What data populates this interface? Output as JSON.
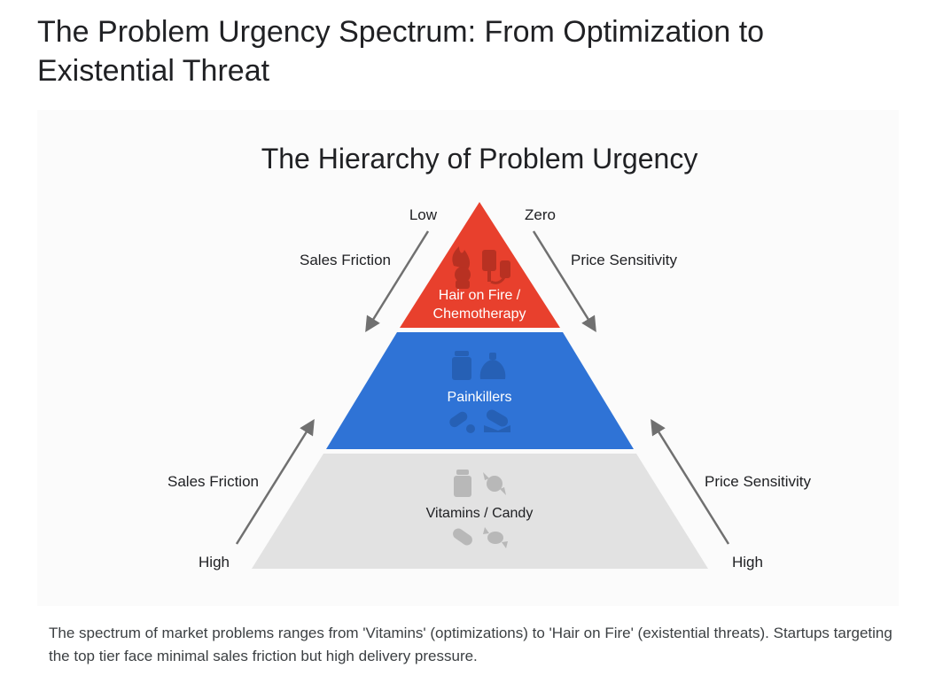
{
  "page": {
    "title": "The Problem Urgency Spectrum: From Optimization to Existential Threat",
    "caption": "The spectrum of market problems ranges from 'Vitamins' (optimizations) to 'Hair on Fire' (existential threats). Startups targeting the top tier face minimal sales friction but high delivery pressure."
  },
  "diagram": {
    "title": "The Hierarchy of Problem Urgency",
    "tiers": [
      {
        "line1": "Hair on Fire /",
        "line2": "Chemotherapy",
        "color": "#e8402d",
        "icons": [
          "fire-head-icon",
          "iv-drip-icon"
        ]
      },
      {
        "line1": "Painkillers",
        "color": "#2f73d6",
        "icons": [
          "pill-bottle-icon",
          "ice-pack-icon",
          "pills-icon",
          "capsule-hand-icon"
        ]
      },
      {
        "line1": "Vitamins / Candy",
        "color": "#e2e2e2",
        "icons": [
          "vitamin-bottle-icon",
          "candy-icon",
          "capsule-icon",
          "wrapped-candy-icon"
        ]
      }
    ],
    "left_axis": {
      "label_top": "Sales Friction",
      "end_top": "Low",
      "label_bottom": "Sales Friction",
      "end_bottom": "High"
    },
    "right_axis": {
      "label_top": "Price Sensitivity",
      "end_top": "Zero",
      "label_bottom": "Price Sensitivity",
      "end_bottom": "High"
    },
    "arrow_color": "#707070"
  }
}
